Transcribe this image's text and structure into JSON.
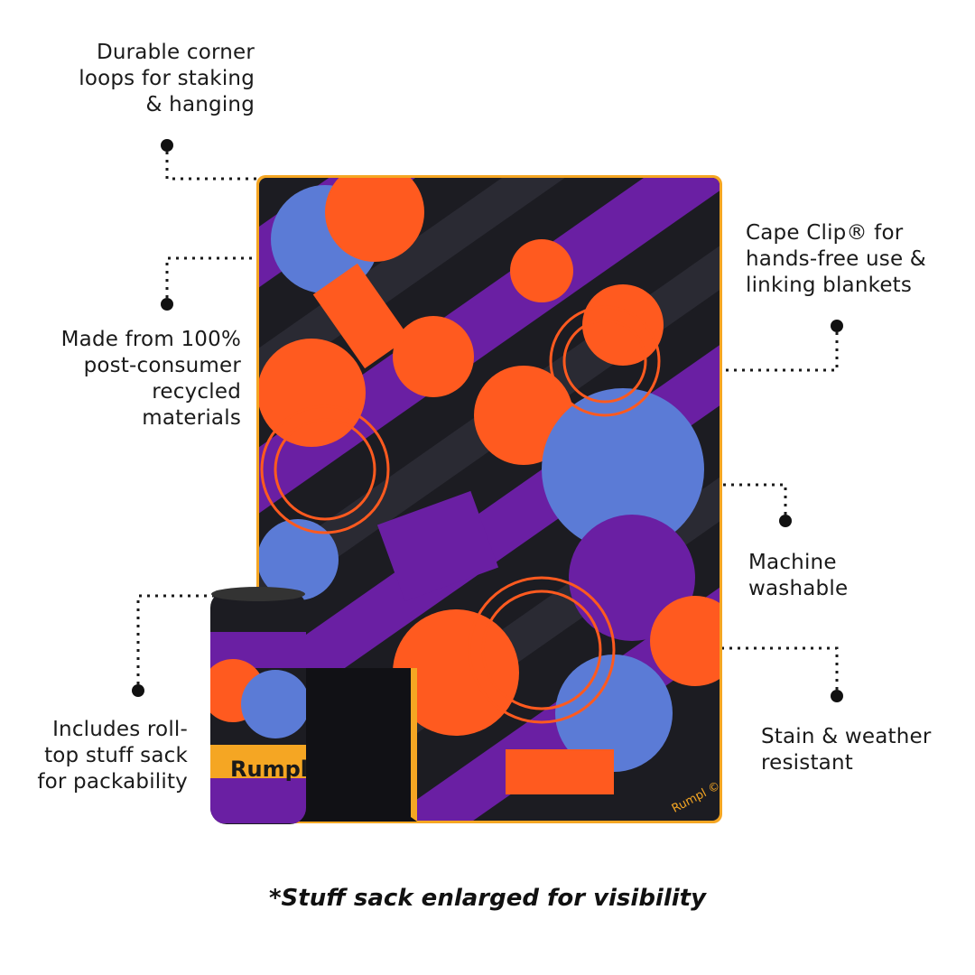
{
  "callouts": {
    "corner_loops": {
      "lines": [
        "Durable corner",
        "loops for staking",
        "& hanging"
      ]
    },
    "recycled": {
      "lines": [
        "Made from 100%",
        "post-consumer",
        "recycled",
        "materials"
      ]
    },
    "stuff_sack": {
      "lines": [
        "Includes roll-",
        "top stuff sack",
        "for packability"
      ]
    },
    "cape_clip": {
      "lines": [
        "Cape Clip® for",
        "hands-free use &",
        "linking blankets"
      ]
    },
    "machine_washable": {
      "lines": [
        "Machine",
        "washable"
      ]
    },
    "stain_resistant": {
      "lines": [
        "Stain & weather",
        "resistant"
      ]
    }
  },
  "brand": {
    "name": "Rumpl",
    "blanket_mark": "Rumpl ©"
  },
  "footnote": "*Stuff sack enlarged for visibility",
  "colors": {
    "orange": "#ff5a1f",
    "purple": "#6a1fa3",
    "blue": "#5b7bd6",
    "black": "#1c1c22",
    "trim": "#f5a623"
  }
}
